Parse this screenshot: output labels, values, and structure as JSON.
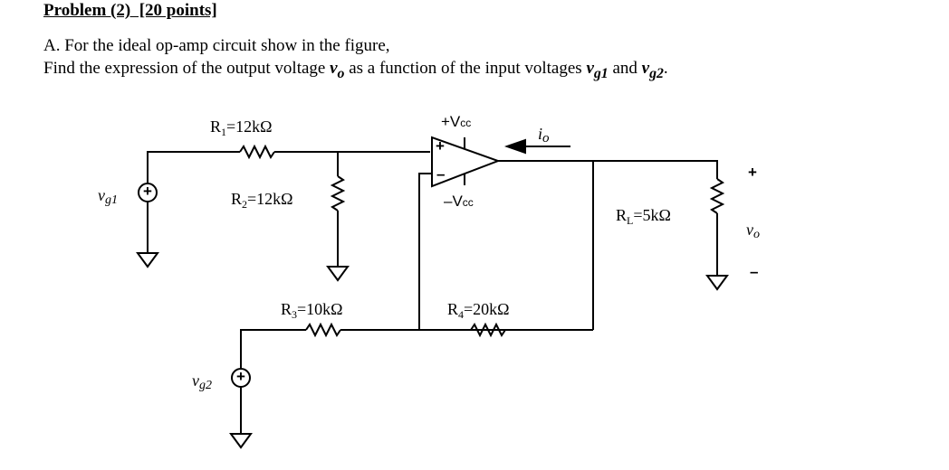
{
  "problem": {
    "title": "Problem (2)  [20 points]",
    "part_label": "A.",
    "line1_text": "For the ideal op-amp circuit show in the figure,",
    "line2_pre": "Find the expression of the output voltage ",
    "line2_vo": "v",
    "line2_vo_sub": "o",
    "line2_mid": " as a function of the input voltages ",
    "line2_vg1": "v",
    "line2_vg1_sub": "g1",
    "line2_and": " and ",
    "line2_vg2": "v",
    "line2_vg2_sub": "g2",
    "line2_end": "."
  },
  "circuit": {
    "r1": {
      "name": "R",
      "sub": "1",
      "value": "=12kΩ"
    },
    "r2": {
      "name": "R",
      "sub": "2",
      "value": "=12kΩ"
    },
    "r3": {
      "name": "R",
      "sub": "3",
      "value": "=10kΩ"
    },
    "r4": {
      "name": "R",
      "sub": "4",
      "value": "=20kΩ"
    },
    "rl": {
      "name": "R",
      "sub": "L",
      "value": "=5kΩ"
    },
    "vcc_pos": {
      "sign": "+V",
      "sub": "cc"
    },
    "vcc_neg": {
      "sign": "–V",
      "sub": "cc"
    },
    "io": {
      "main": "i",
      "sub": "o"
    },
    "vg1": {
      "main": "v",
      "sub": "g1"
    },
    "vg2": {
      "main": "v",
      "sub": "g2"
    },
    "vo": {
      "main": "v",
      "sub": "o"
    },
    "out_plus": "+",
    "out_minus": "–",
    "opamp_plus": "+",
    "opamp_minus": "–",
    "src_plus": "+"
  }
}
